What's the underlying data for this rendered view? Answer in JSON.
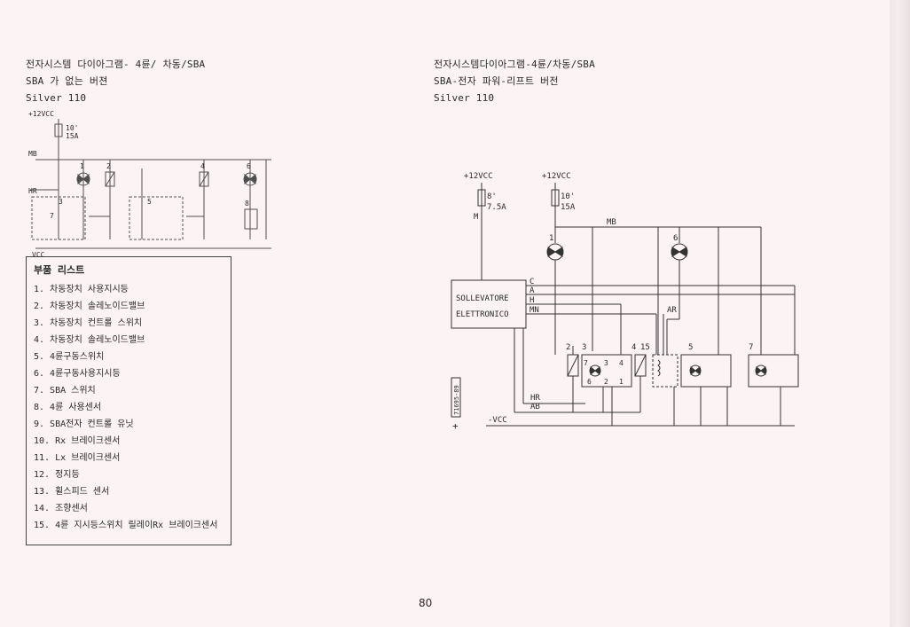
{
  "left": {
    "title": "전자시스템 다이아그램- 4륜/ 차동/SBA",
    "subtitle": "SBA 가 없는 버젼",
    "model": "Silver 110",
    "labels": {
      "vcc": "+12VCC",
      "fuse": "10'\n15A",
      "mb": "MB",
      "hr": "HR",
      "vcc_bottom": "VCC",
      "n7": "7",
      "n3": "3",
      "n1": "1",
      "n2": "2",
      "n4": "4",
      "n5": "5",
      "n6": "6",
      "n8": "8"
    }
  },
  "parts_list": {
    "title": "부품 리스트",
    "items": [
      "1. 차동장치 사용지시등",
      "2. 차동장치 솔레노이드밸브",
      "3. 차동장치 컨트롤 스위치",
      "4. 차동장치 솔레노이드밸브",
      "5. 4륜구동스위치",
      "6. 4륜구동사용지시등",
      "7. SBA 스위치",
      "8. 4륜 사용센서",
      "9. SBA전자 컨트롤 유닛",
      "10. Rx 브레이크센서",
      "11. Lx 브레이크센서",
      "12. 정지등",
      "13. 휠스피드 센서",
      "14. 조향센서",
      "15. 4륜 지시등스위치 릴레이Rx 브레이크센서"
    ]
  },
  "right": {
    "title": "전자시스템다이아그램-4륜/차동/SBA",
    "subtitle": "SBA-전자 파워-리프트 버전",
    "model": "Silver 110",
    "labels": {
      "vcc1": "+12VCC",
      "vcc2": "+12VCC",
      "fuse1_a": "8'",
      "fuse1_b": "7.5A",
      "fuse1_m": "M",
      "fuse2_a": "10'",
      "fuse2_b": "15A",
      "mb": "MB",
      "ar": "AR",
      "hr": "HR",
      "ab": "AB",
      "vcc_neg": "-VCC",
      "unit_line1": "SOLLEVATORE",
      "unit_line2": "ELETTRONICO",
      "pin_c": "C",
      "pin_a": "A",
      "pin_h": "H",
      "pin_mn": "MN",
      "n1": "1",
      "n6": "6",
      "n2": "2",
      "n3": "3",
      "n4": "4",
      "n15": "15",
      "n5": "5",
      "n7": "7",
      "sw_7": "7",
      "sw_3": "3",
      "sw_4": "4",
      "sw_6": "6",
      "sw_2": "2",
      "sw_1": "1",
      "code": "71695-89",
      "plus": "+"
    }
  },
  "page_number": "80"
}
